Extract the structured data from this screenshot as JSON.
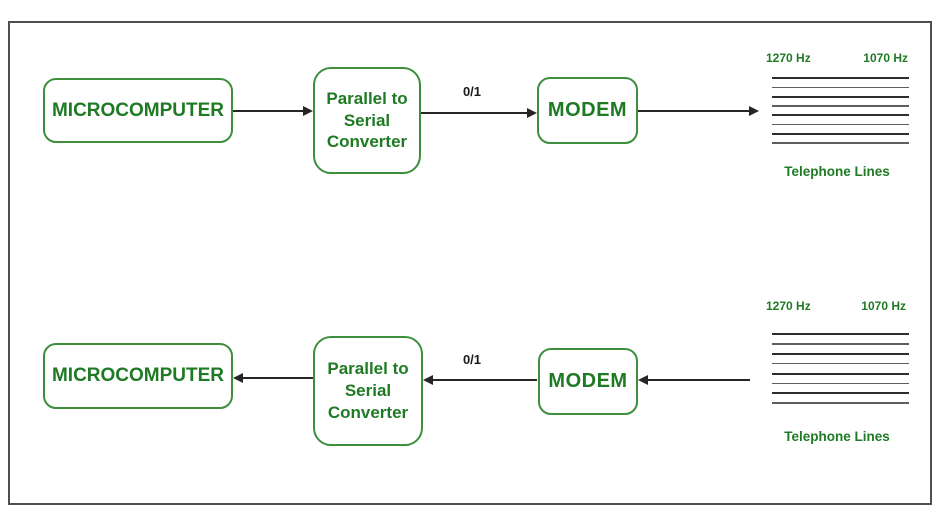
{
  "colors": {
    "green_text": "#1f7a24",
    "green_border": "#3d8f3d",
    "arrow": "#262626",
    "frame": "#4f4f4f",
    "bit": "#1a1a1a",
    "tel_dark": "#2e2e2e",
    "tel_light": "#5e5e5e"
  },
  "transmit_flow": {
    "microcomputer_label": "MICROCOMPUTER",
    "converter_lines": [
      "Parallel to",
      "Serial",
      "Converter"
    ],
    "bit_label": "0/1",
    "modem_label": "MODEM",
    "telephone": {
      "freq_left": "1270 Hz",
      "freq_right": "1070 Hz",
      "caption": "Telephone Lines",
      "line_count": 8
    }
  },
  "receive_flow": {
    "microcomputer_label": "MICROCOMPUTER",
    "converter_lines": [
      "Parallel to",
      "Serial",
      "Converter"
    ],
    "bit_label": "0/1",
    "modem_label": "MODEM",
    "telephone": {
      "freq_left": "1270 Hz",
      "freq_right": "1070 Hz",
      "caption": "Telephone Lines",
      "line_count": 8
    }
  }
}
